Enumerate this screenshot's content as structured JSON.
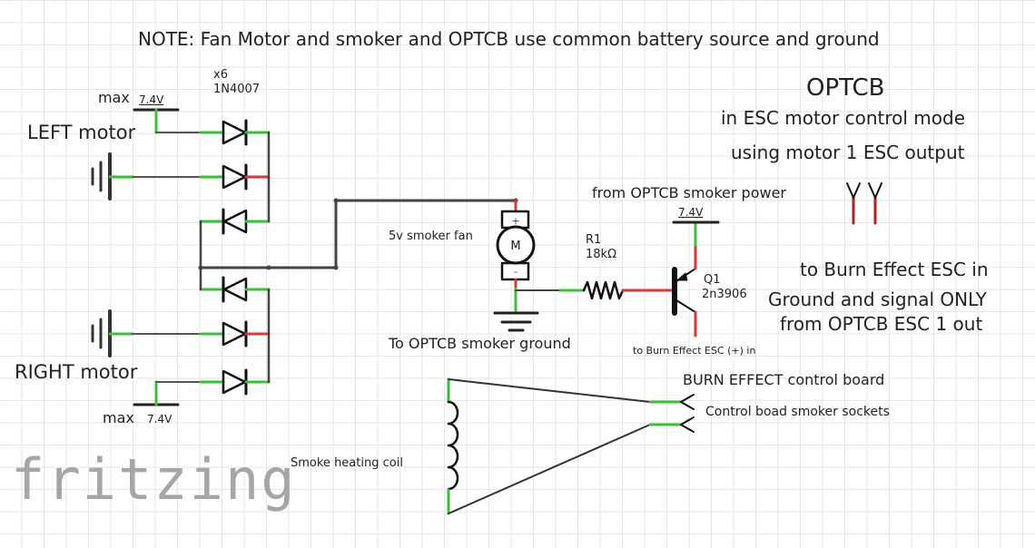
{
  "note": "NOTE: Fan Motor and smoker and OPTCB use common battery source and ground",
  "optcb": {
    "title": "OPTCB",
    "line1": "in ESC motor control mode",
    "line2": "using motor 1 ESC output"
  },
  "diodes": {
    "count_label": "x6",
    "part": "1N4007"
  },
  "left_motor": {
    "label": "LEFT motor",
    "supply_prefix": "max",
    "supply_voltage": "7.4V"
  },
  "right_motor": {
    "label": "RIGHT motor",
    "supply_prefix": "max",
    "supply_voltage": "7.4V"
  },
  "fan": {
    "label": "5v smoker fan",
    "symbol": "M",
    "plus": "+",
    "minus": "-"
  },
  "resistor": {
    "ref": "R1",
    "value": "18kΩ"
  },
  "transistor": {
    "source_label": "from OPTCB smoker power",
    "supply_voltage": "7.4V",
    "ref": "Q1",
    "part": "2n3906",
    "output_label": "to Burn Effect ESC  (+) in"
  },
  "ground_label": "To OPTCB smoker ground",
  "burn_esc": {
    "line1": "to Burn Effect ESC in",
    "line2": "Ground and signal ONLY",
    "line3": "from OPTCB ESC 1 out"
  },
  "board": {
    "title": "BURN EFFECT control board",
    "sockets": "Control boad smoker sockets"
  },
  "coil_label": "Smoke heating coil",
  "watermark": "fritzing",
  "colors": {
    "wire": "#404040",
    "pin_ok": "#3dbf3d",
    "pin_unconnected": "#d63a3a",
    "grid": "#e6e6e6",
    "watermark": "#a6a6a6"
  }
}
